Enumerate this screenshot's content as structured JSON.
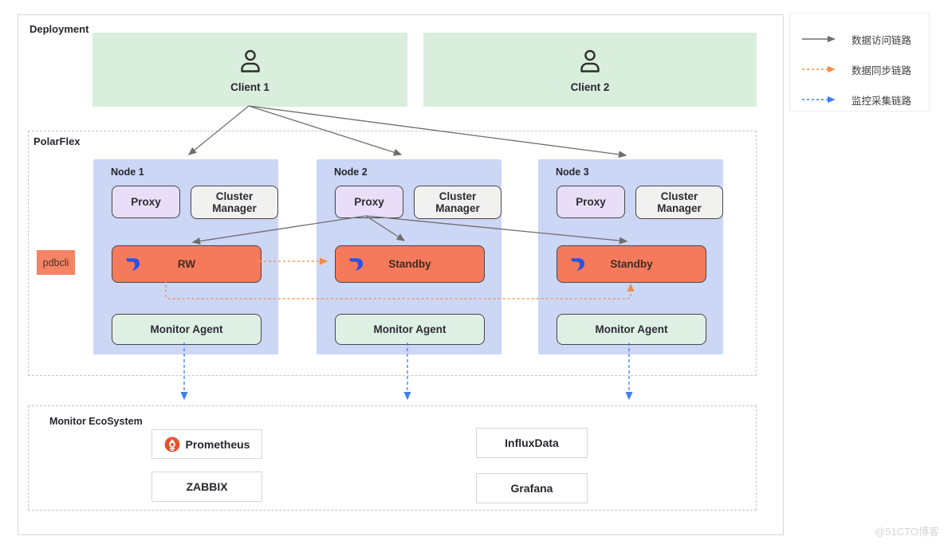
{
  "colors": {
    "access_link": "#6e6e6e",
    "sync_link": "#f08c44",
    "monitor_link": "#3f7ef2",
    "client_bg": "#d9eedd",
    "node_bg": "#ccd6f5",
    "proxy_bg": "#e8def8",
    "cluster_manager_bg": "#f1f1ef",
    "db_bg": "#f57a5c",
    "monitor_agent_bg": "#def0e4",
    "pdbcli_bg": "#f58466",
    "polardb_icon_blue": "#2b50e6",
    "prometheus_orange": "#e6522c"
  },
  "deployment": {
    "label": "Deployment",
    "clients": [
      {
        "label": "Client 1"
      },
      {
        "label": "Client 2"
      }
    ],
    "polarflex": {
      "label": "PolarFlex",
      "pdbcli": "pdbcli",
      "nodes": [
        {
          "label": "Node 1",
          "proxy": "Proxy",
          "cluster_manager": "Cluster Manager",
          "db": "RW",
          "monitor_agent": "Monitor Agent"
        },
        {
          "label": "Node 2",
          "proxy": "Proxy",
          "cluster_manager": "Cluster Manager",
          "db": "Standby",
          "monitor_agent": "Monitor Agent"
        },
        {
          "label": "Node 3",
          "proxy": "Proxy",
          "cluster_manager": "Cluster Manager",
          "db": "Standby",
          "monitor_agent": "Monitor Agent"
        }
      ]
    },
    "monitor_ecosystem": {
      "label": "Monitor EcoSystem",
      "items": [
        {
          "label": "Prometheus"
        },
        {
          "label": "ZABBIX"
        },
        {
          "label": "InfluxData"
        },
        {
          "label": "Grafana"
        }
      ]
    }
  },
  "legend": {
    "items": [
      {
        "label": "数据访问链路",
        "style": "solid-gray"
      },
      {
        "label": "数据同步链路",
        "style": "dashed-orange"
      },
      {
        "label": "监控采集链路",
        "style": "dashed-blue"
      }
    ]
  },
  "watermark": "@51CTO博客"
}
